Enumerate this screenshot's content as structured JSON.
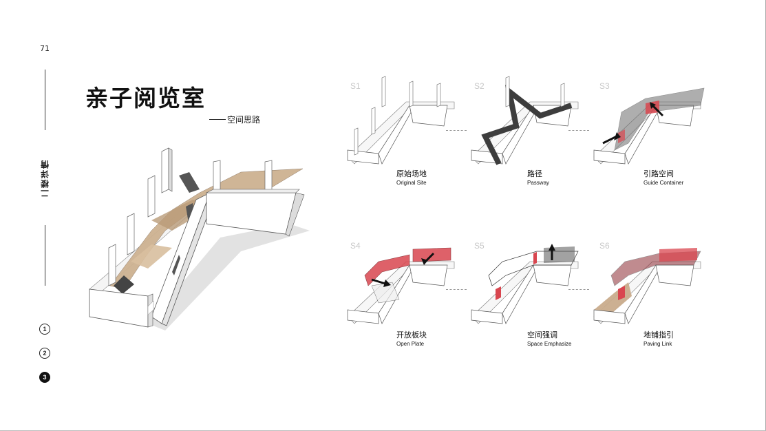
{
  "page": {
    "number": "71",
    "section_label": "二楼详情",
    "dots": [
      "1",
      "2",
      "3"
    ],
    "active_dot": "3"
  },
  "title": {
    "main": "亲子阅览室",
    "sub": "空间思路"
  },
  "steps": [
    {
      "id": "S1",
      "cn": "原始场地",
      "en": "Original Site"
    },
    {
      "id": "S2",
      "cn": "路径",
      "en": "Passway"
    },
    {
      "id": "S3",
      "cn": "引路空间",
      "en": "Guide Container"
    },
    {
      "id": "S4",
      "cn": "开放板块",
      "en": "Open Plate"
    },
    {
      "id": "S5",
      "cn": "空间强调",
      "en": "Space Emphasize"
    },
    {
      "id": "S6",
      "cn": "地铺指引",
      "en": "Paving Link"
    }
  ],
  "colors": {
    "accent_red": "#d9464f",
    "path_dark": "#3d3d3d",
    "paving_tan": "#c9ac8c",
    "wall_shadow": "#d6d6d6"
  }
}
